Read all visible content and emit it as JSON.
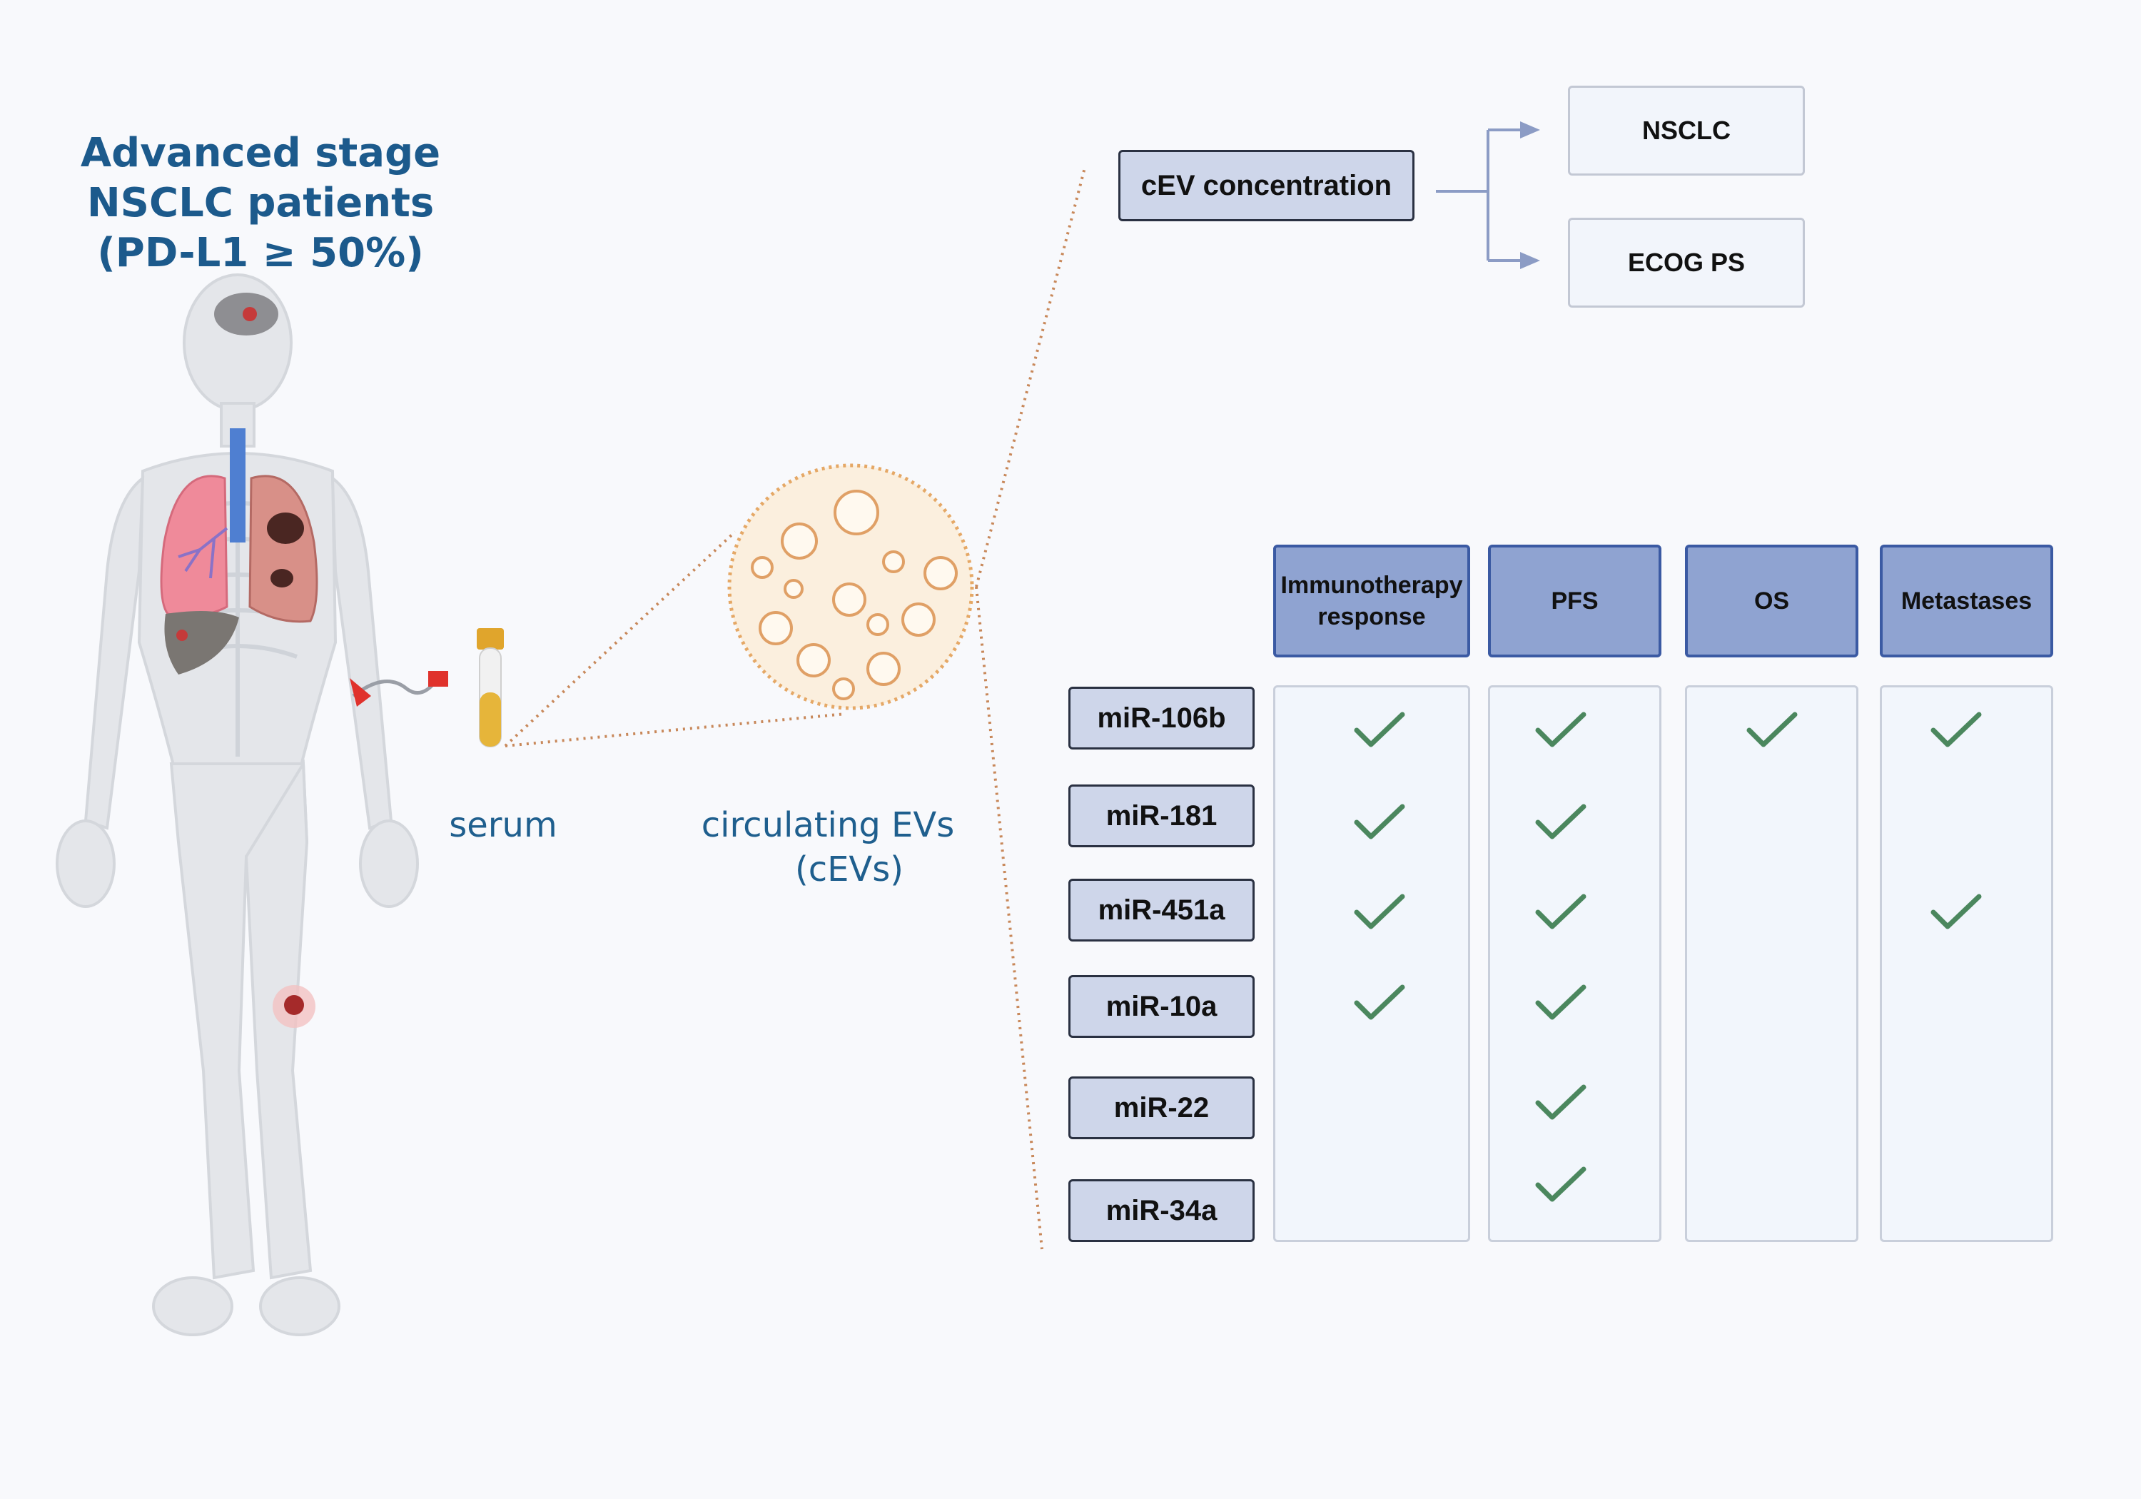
{
  "title": {
    "line1": "Advanced stage",
    "line2": "NSCLC patients",
    "line3": "(PD-L1 ≥ 50%)"
  },
  "labels": {
    "serum": "serum",
    "cevs_line1": "circulating EVs",
    "cevs_line2": "(cEVs)"
  },
  "concentration": {
    "label": "cEV concentration",
    "outcomes": [
      "NSCLC",
      "ECOG PS"
    ]
  },
  "table": {
    "columns": [
      {
        "line1": "Immunotherapy",
        "line2": "response"
      },
      {
        "line1": "PFS",
        "line2": ""
      },
      {
        "line1": "OS",
        "line2": ""
      },
      {
        "line1": "Metastases",
        "line2": ""
      }
    ],
    "rows": [
      {
        "label": "miR-106b",
        "checks": [
          true,
          true,
          true,
          true
        ]
      },
      {
        "label": "miR-181",
        "checks": [
          true,
          true,
          false,
          false
        ]
      },
      {
        "label": "miR-451a",
        "checks": [
          true,
          true,
          false,
          true
        ]
      },
      {
        "label": "miR-10a",
        "checks": [
          true,
          true,
          false,
          false
        ]
      },
      {
        "label": "miR-22",
        "checks": [
          false,
          true,
          false,
          false
        ]
      },
      {
        "label": "miR-34a",
        "checks": [
          false,
          true,
          false,
          false
        ]
      }
    ]
  },
  "colors": {
    "title": "#1c5a8c",
    "header_fill": "#8fa3d1",
    "header_border": "#3b5aa3",
    "check": "#4b875e",
    "dotted_line": "#c8885a"
  }
}
